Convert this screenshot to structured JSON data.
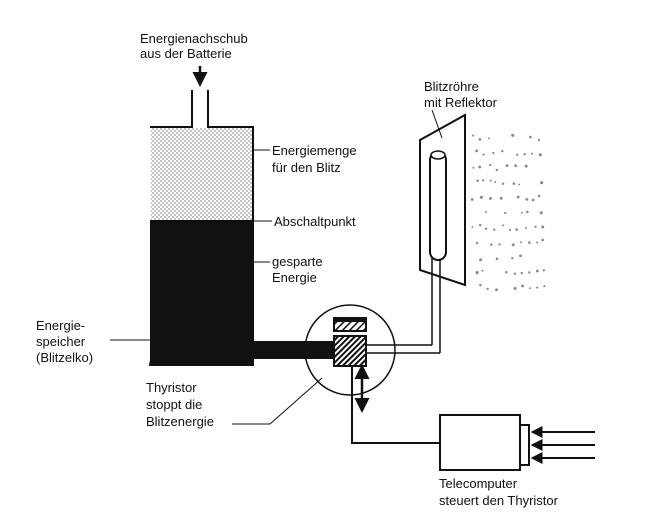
{
  "labels": {
    "supply_line1": "Energienachschub",
    "supply_line2": "aus der Batterie",
    "flash_amount_line1": "Energiemenge",
    "flash_amount_line2": "für den Blitz",
    "cutoff_point": "Abschaltpunkt",
    "saved_line1": "gesparte",
    "saved_line2": "Energie",
    "storage_line1": "Energie-",
    "storage_line2": "speicher",
    "storage_line3": "(Blitzelko)",
    "tube_line1": "Blitzröhre",
    "tube_line2": "mit Reflektor",
    "thyristor_line1": "Thyristor",
    "thyristor_line2": "stoppt die",
    "thyristor_line3": "Blitzenergie",
    "computer_line1": "Telecomputer",
    "computer_line2": "steuert den Thyristor"
  },
  "colors": {
    "ink": "#111111",
    "paper": "#ffffff",
    "dots": "#8a8a8a"
  }
}
